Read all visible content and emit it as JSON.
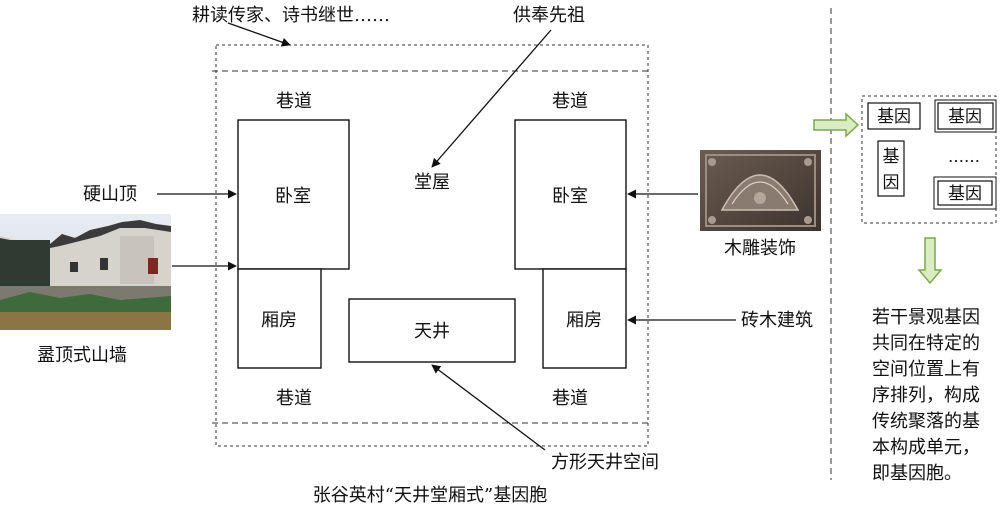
{
  "labels": {
    "top_left_text": "耕读传家、诗书继世……",
    "ancestor": "供奉先祖",
    "lane_tl": "巷道",
    "lane_tr": "巷道",
    "lane_bl": "巷道",
    "lane_br": "巷道",
    "bedroom_left": "卧室",
    "bedroom_right": "卧室",
    "hall": "堂屋",
    "wing_left": "厢房",
    "wing_right": "厢房",
    "courtyard": "天井",
    "gable_roof": "硬山顶",
    "wall_photo_caption": "盝顶式山墙",
    "wood_carving_caption": "木雕装饰",
    "brick_wood": "砖木建筑",
    "square_courtyard": "方形天井空间",
    "bottom_caption": "张谷英村“天井堂厢式”基因胞"
  },
  "genes": {
    "gene_1": "基因",
    "gene_2": "基因",
    "gene_3_top": "基",
    "gene_3_bottom": "因",
    "ellipsis": "……",
    "gene_4": "基因"
  },
  "description_lines": [
    "若干景观基因",
    "共同在特定的",
    "空间位置上有",
    "序排列，构成",
    "传统聚落的基",
    "本构成单元，",
    "即基因胞。"
  ],
  "colors": {
    "arrow_fill": "#d9ecc2",
    "arrow_stroke": "#7aa84e"
  }
}
